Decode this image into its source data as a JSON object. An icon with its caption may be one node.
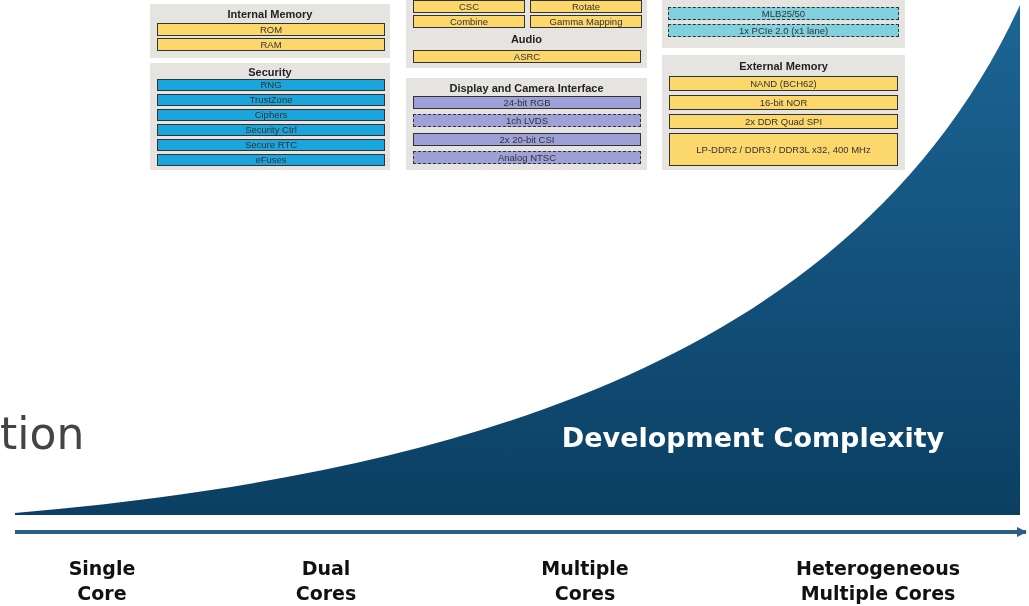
{
  "diagram": {
    "nodes": [
      {
        "text": [
          "Internal Memory"
        ]
      },
      {
        "text": [
          "ROM"
        ],
        "in": 0
      },
      {
        "text": [
          "RAM"
        ],
        "in": 0
      },
      {
        "text": [
          "Security"
        ]
      },
      {
        "text": [
          "RNG"
        ],
        "in": 3
      },
      {
        "text": [
          "TrustZone"
        ],
        "in": 3
      },
      {
        "text": [
          "Ciphers"
        ],
        "in": 3
      },
      {
        "text": [
          "Security Ctrl"
        ],
        "in": 3
      },
      {
        "text": [
          "Secure RTC"
        ],
        "in": 3
      },
      {
        "text": [
          "eFuses"
        ],
        "in": 3
      },
      {
        "text": [
          "Audio"
        ]
      },
      {
        "text": [
          "CSC"
        ],
        "in": 10
      },
      {
        "text": [
          "Rotate"
        ],
        "in": 10
      },
      {
        "text": [
          "Combine"
        ],
        "in": 10
      },
      {
        "text": [
          "Gamma Mapping"
        ],
        "in": 10
      },
      {
        "text": [
          "ASRC"
        ],
        "in": 10
      },
      {
        "text": [
          "Display and Camera Interface"
        ]
      },
      {
        "text": [
          "24-bit RGB"
        ],
        "in": 16
      },
      {
        "text": [
          "1ch LVDS"
        ],
        "in": 16
      },
      {
        "text": [
          "2x 20-bit CSI"
        ],
        "in": 16
      },
      {
        "text": [
          "Analog NTSC"
        ],
        "in": 16
      },
      {
        "text": [],
        "shape": "box"
      },
      {
        "text": [
          "MLB25/50"
        ],
        "in": 21
      },
      {
        "text": [
          "1x PCIe 2.0 (x1 lane)"
        ],
        "in": 21
      },
      {
        "text": [
          "External Memory"
        ]
      },
      {
        "text": [
          "NAND (BCH62)"
        ],
        "in": 24
      },
      {
        "text": [
          "16-bit NOR"
        ],
        "in": 24
      },
      {
        "text": [
          "2x DDR Quad SPI"
        ],
        "in": 24
      },
      {
        "text": [
          "LP-DDR2 / DDR3 / DDR3L x32, 400 MHz"
        ],
        "in": 24
      }
    ],
    "edges": [],
    "labels": [
      "tion",
      "Development Complexity",
      "Single Core",
      "Dual Cores",
      "Multiple Cores",
      "Heterogeneous Multiple Cores"
    ]
  }
}
